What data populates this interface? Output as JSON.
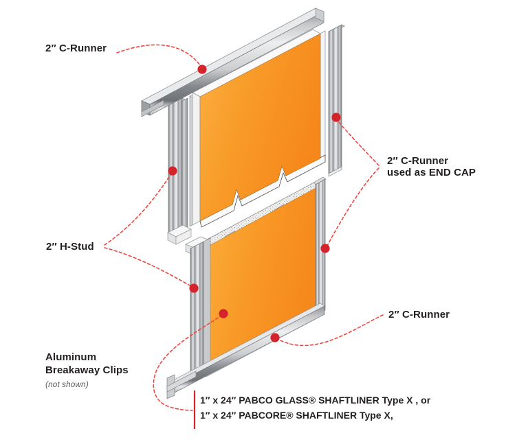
{
  "labels": {
    "top_c_runner": "2″ C-Runner",
    "end_cap": {
      "line1": "2″ C-Runner",
      "line2": "used as END CAP"
    },
    "h_stud": "2″ H-Stud",
    "bottom_c_runner": "2″ C-Runner",
    "breakaway_clips": {
      "line1": "Aluminum",
      "line2": "Breakaway Clips",
      "note": "(not shown)"
    },
    "shaftliner": {
      "line1": "1″ x 24″ PABCO GLASS® SHAFTLINER Type X , or",
      "line2": "1″ x 24″ PABCORE® SHAFTLINER Type X,"
    }
  },
  "colors": {
    "panel_orange_light": "#FBB045",
    "panel_orange_dark": "#F6871B",
    "metal_light": "#EFF0F1",
    "metal_dark": "#6F7276",
    "leader_red": "#EF453E",
    "marker_red": "#D5232B",
    "text_dark": "#231F20",
    "note_gray": "#5E5F62"
  }
}
